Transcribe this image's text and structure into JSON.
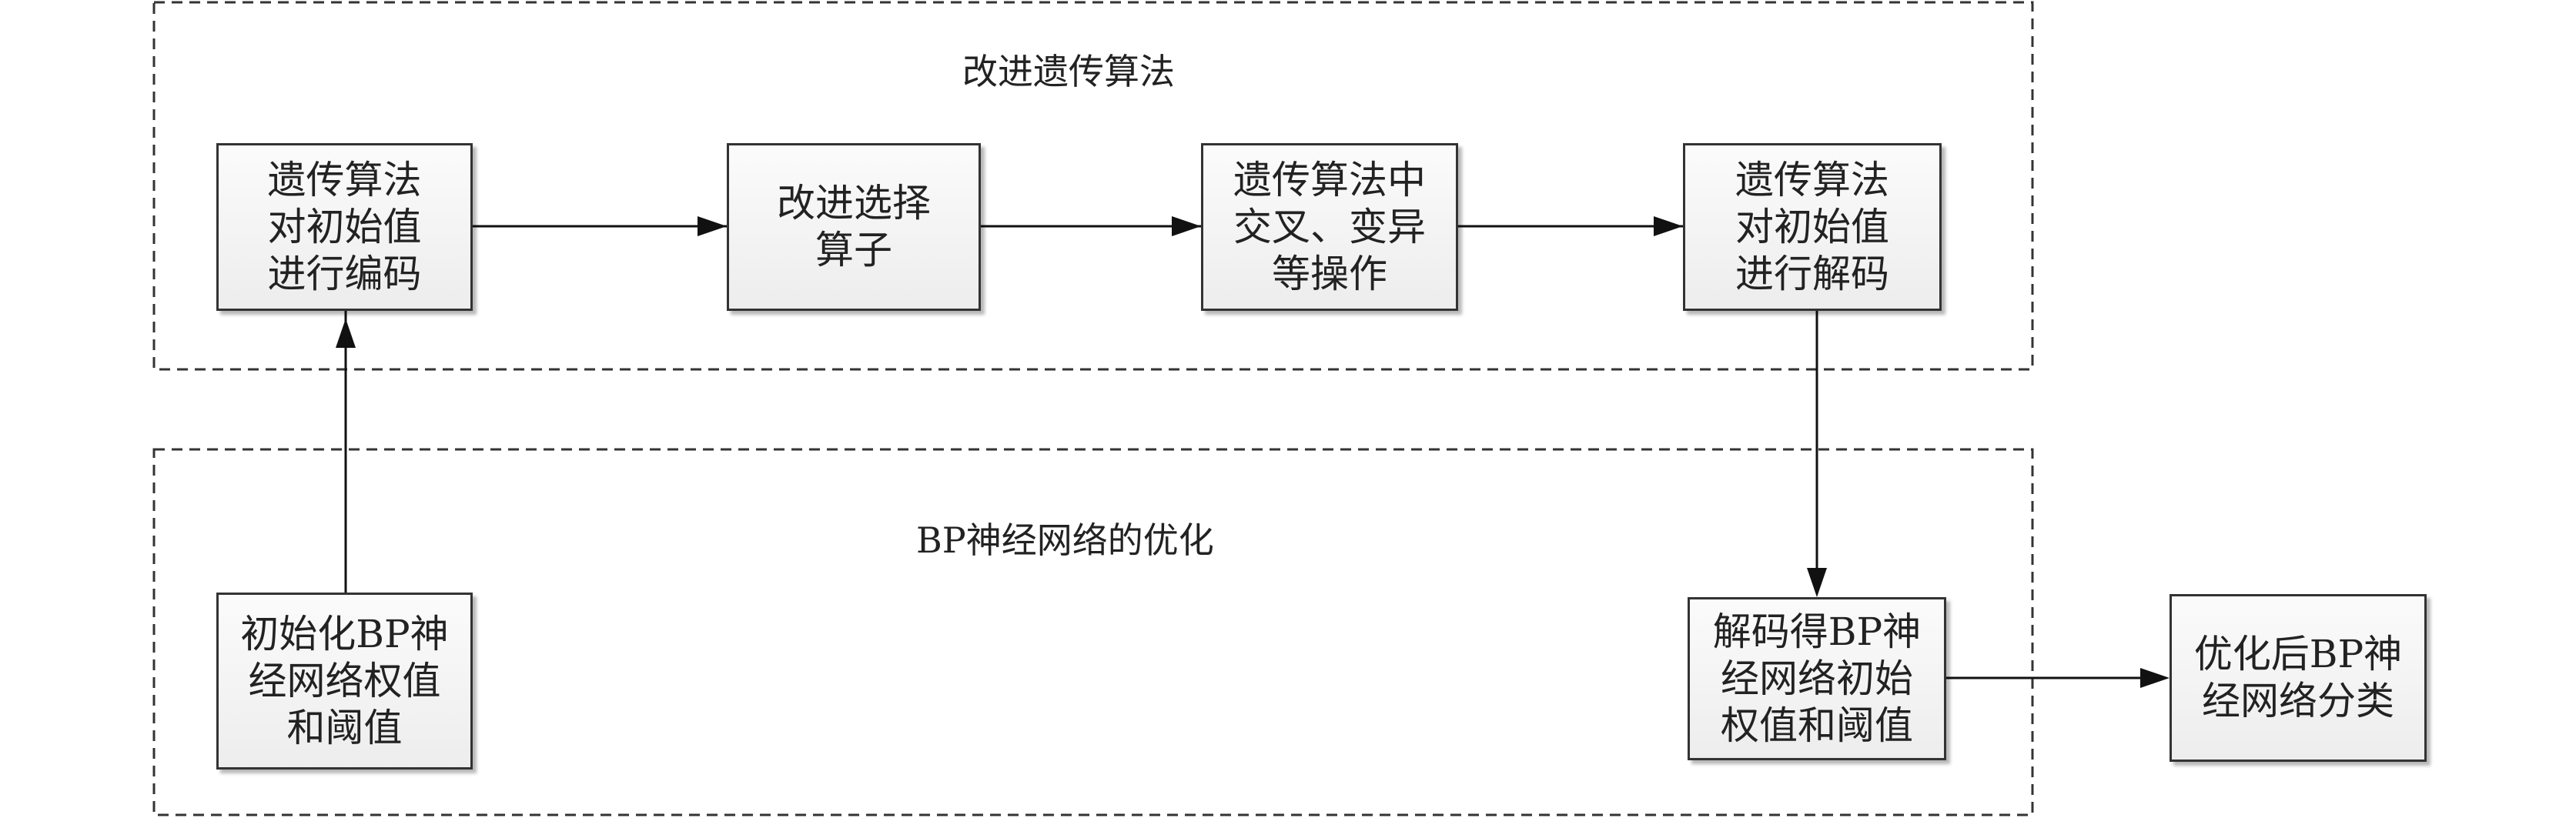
{
  "groups": {
    "ga": {
      "title": "改进遗传算法"
    },
    "bp": {
      "title": "BP神经网络的优化"
    }
  },
  "nodes": {
    "encode": "遗传算法\n对初始值\n进行编码",
    "select": "改进选择\n算子",
    "crossover": "遗传算法中\n交叉、变异\n等操作",
    "decode": "遗传算法\n对初始值\n进行解码",
    "init": "初始化BP神\n经网络权值\n和阈值",
    "decoded": "解码得BP神\n经网络初始\n权值和阈值",
    "classify": "优化后BP神\n经网络分类"
  },
  "edges": [
    {
      "from": "init",
      "to": "encode"
    },
    {
      "from": "encode",
      "to": "select"
    },
    {
      "from": "select",
      "to": "crossover"
    },
    {
      "from": "crossover",
      "to": "decode"
    },
    {
      "from": "decode",
      "to": "decoded"
    },
    {
      "from": "decoded",
      "to": "classify"
    }
  ]
}
